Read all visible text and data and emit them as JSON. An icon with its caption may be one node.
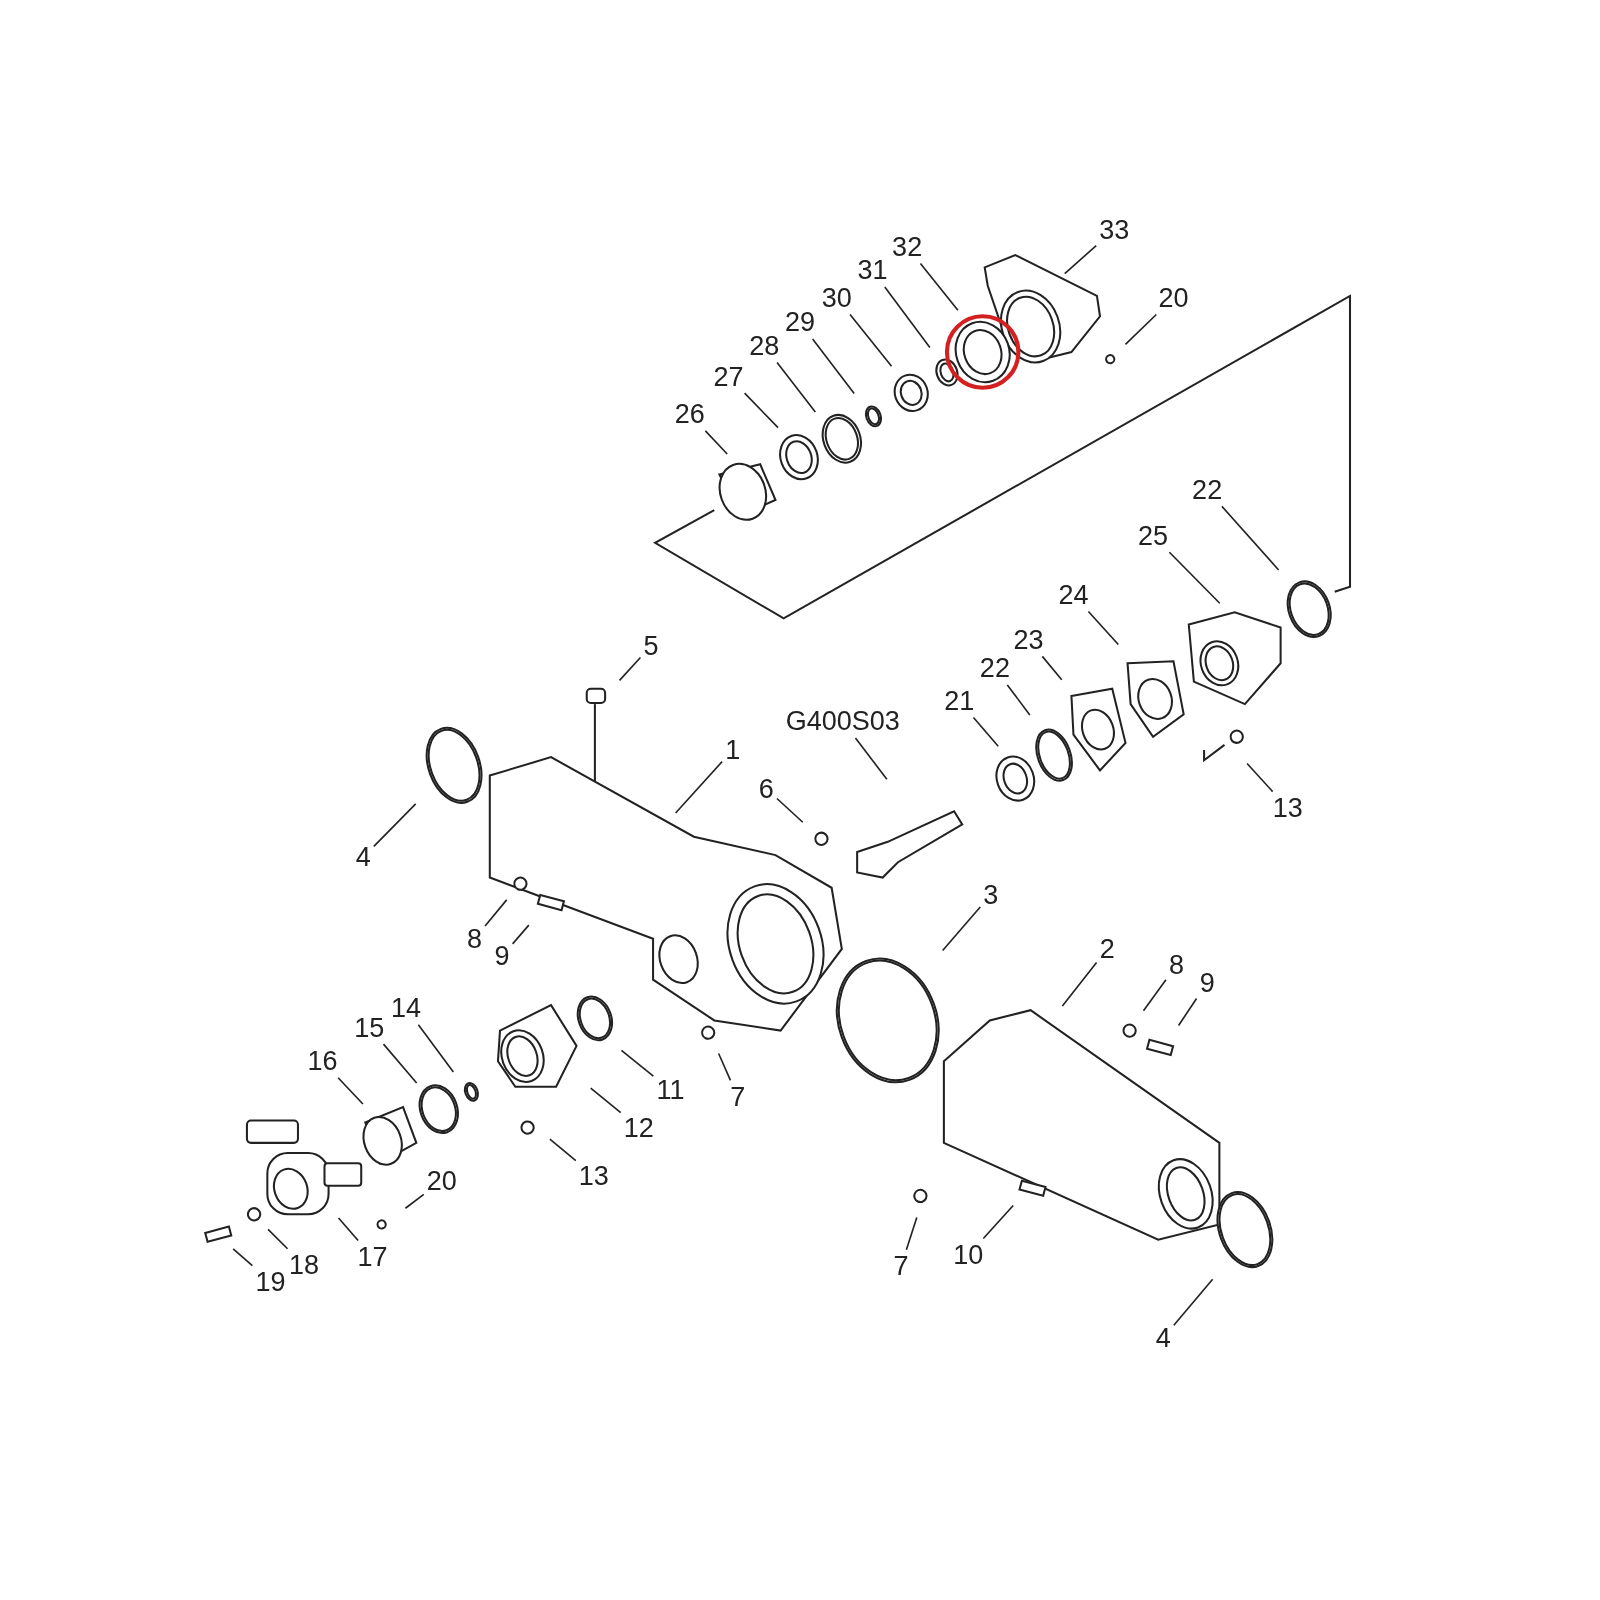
{
  "diagram": {
    "nodes": [
      {
        "text": [
          "33"
        ]
      },
      {
        "text": [
          "32"
        ]
      },
      {
        "text": [
          "31"
        ]
      },
      {
        "text": [
          "20"
        ]
      },
      {
        "text": [
          "30"
        ]
      },
      {
        "text": [
          "29"
        ]
      },
      {
        "text": [
          "28"
        ]
      },
      {
        "text": [
          "27"
        ]
      },
      {
        "text": [
          "26"
        ]
      },
      {
        "text": [
          "22"
        ]
      },
      {
        "text": [
          "25"
        ]
      },
      {
        "text": [
          "24"
        ]
      },
      {
        "text": [
          "5"
        ]
      },
      {
        "text": [
          "23"
        ]
      },
      {
        "text": [
          "22"
        ]
      },
      {
        "text": [
          "21"
        ]
      },
      {
        "text": [
          "G400S03"
        ]
      },
      {
        "text": [
          "1"
        ]
      },
      {
        "text": [
          "6"
        ]
      },
      {
        "text": [
          "13"
        ]
      },
      {
        "text": [
          "4"
        ]
      },
      {
        "text": [
          "3"
        ]
      },
      {
        "text": [
          "8"
        ]
      },
      {
        "text": [
          "9"
        ]
      },
      {
        "text": [
          "2"
        ]
      },
      {
        "text": [
          "8"
        ]
      },
      {
        "text": [
          "9"
        ]
      },
      {
        "text": [
          "14"
        ]
      },
      {
        "text": [
          "15"
        ]
      },
      {
        "text": [
          "16"
        ]
      },
      {
        "text": [
          "11"
        ]
      },
      {
        "text": [
          "7"
        ]
      },
      {
        "text": [
          "12"
        ]
      },
      {
        "text": [
          "13"
        ]
      },
      {
        "text": [
          "20"
        ]
      },
      {
        "text": [
          "7"
        ]
      },
      {
        "text": [
          "10"
        ]
      },
      {
        "text": [
          "17"
        ]
      },
      {
        "text": [
          "18"
        ]
      },
      {
        "text": [
          "19"
        ]
      },
      {
        "text": [
          "4"
        ]
      }
    ],
    "edges": [
      {
        "from": 0,
        "to": null,
        "arrow": "none"
      },
      {
        "from": 1,
        "to": null,
        "arrow": "none"
      },
      {
        "from": 2,
        "to": null,
        "arrow": "none"
      },
      {
        "from": 3,
        "to": null,
        "arrow": "none"
      },
      {
        "from": 4,
        "to": null,
        "arrow": "none"
      },
      {
        "from": 5,
        "to": null,
        "arrow": "none"
      },
      {
        "from": 6,
        "to": null,
        "arrow": "none"
      },
      {
        "from": 7,
        "to": null,
        "arrow": "none"
      },
      {
        "from": 8,
        "to": null,
        "arrow": "none"
      },
      {
        "from": 9,
        "to": null,
        "arrow": "none"
      },
      {
        "from": 10,
        "to": null,
        "arrow": "none"
      },
      {
        "from": 11,
        "to": null,
        "arrow": "none"
      },
      {
        "from": 12,
        "to": null,
        "arrow": "none"
      },
      {
        "from": 13,
        "to": null,
        "arrow": "none"
      },
      {
        "from": 14,
        "to": null,
        "arrow": "none"
      },
      {
        "from": 15,
        "to": null,
        "arrow": "none"
      },
      {
        "from": 16,
        "to": null,
        "arrow": "none"
      },
      {
        "from": 17,
        "to": null,
        "arrow": "none"
      },
      {
        "from": 18,
        "to": null,
        "arrow": "none"
      },
      {
        "from": 19,
        "to": null,
        "arrow": "none"
      },
      {
        "from": 20,
        "to": null,
        "arrow": "none"
      },
      {
        "from": 21,
        "to": null,
        "arrow": "none"
      },
      {
        "from": 22,
        "to": null,
        "arrow": "none"
      },
      {
        "from": 23,
        "to": null,
        "arrow": "none"
      },
      {
        "from": 24,
        "to": null,
        "arrow": "none"
      },
      {
        "from": 25,
        "to": null,
        "arrow": "none"
      },
      {
        "from": 26,
        "to": null,
        "arrow": "none"
      },
      {
        "from": 27,
        "to": null,
        "arrow": "none"
      },
      {
        "from": 28,
        "to": null,
        "arrow": "none"
      },
      {
        "from": 29,
        "to": null,
        "arrow": "none"
      },
      {
        "from": 30,
        "to": null,
        "arrow": "none"
      },
      {
        "from": 31,
        "to": null,
        "arrow": "none"
      },
      {
        "from": 32,
        "to": null,
        "arrow": "none"
      },
      {
        "from": 33,
        "to": null,
        "arrow": "none"
      },
      {
        "from": 34,
        "to": null,
        "arrow": "none"
      },
      {
        "from": 35,
        "to": null,
        "arrow": "none"
      },
      {
        "from": 36,
        "to": null,
        "arrow": "none"
      },
      {
        "from": 37,
        "to": null,
        "arrow": "none"
      },
      {
        "from": 38,
        "to": null,
        "arrow": "none"
      },
      {
        "from": 39,
        "to": null,
        "arrow": "none"
      },
      {
        "from": 40,
        "to": null,
        "arrow": "none"
      }
    ]
  }
}
